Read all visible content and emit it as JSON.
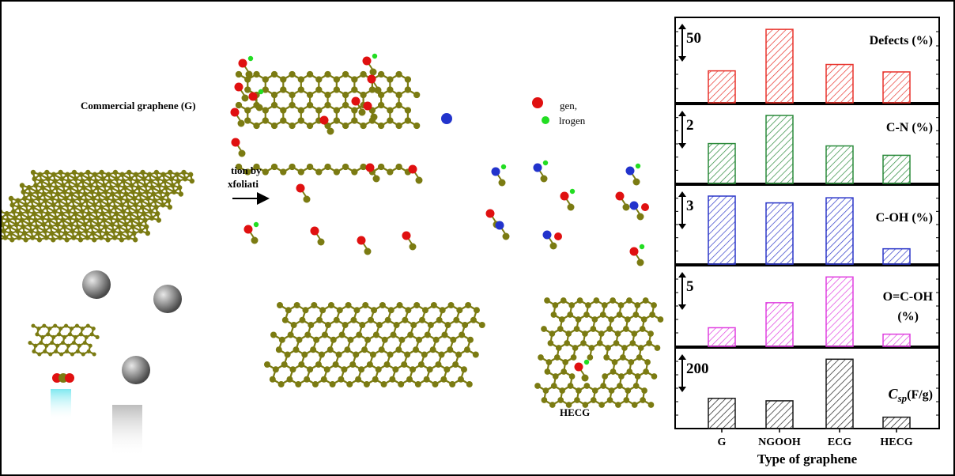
{
  "diagram": {
    "commercial_label": "Commercial graphene (G)",
    "process_line1": "tion by",
    "process_line2": "xfoliati",
    "legend_oxygen": "gen,",
    "legend_hydrogen": "lrogen",
    "hecg_label": "HECG"
  },
  "colors": {
    "carbon": "#7b7b12",
    "oxygen": "#e01010",
    "nitrogen": "#2233cc",
    "hydrogen": "#22dd22",
    "sphere": "#8a8a8a",
    "defects": "#e8322b",
    "cn": "#2a8a3a",
    "coh": "#2b36c8",
    "ocoh": "#e040e0",
    "csp": "#1a1a1a"
  },
  "chart_data": {
    "type": "bar",
    "categories": [
      "G",
      "NGOOH",
      "ECG",
      "HECG"
    ],
    "xlabel": "Type of graphene",
    "panels": [
      {
        "name": "Defects (%)",
        "scale_label": "50",
        "values": [
          30,
          69,
          36,
          29
        ],
        "color": "#e8322b"
      },
      {
        "name": "C-N (%)",
        "scale_label": "2",
        "values": [
          1.7,
          2.9,
          1.6,
          1.2
        ],
        "color": "#2a8a3a"
      },
      {
        "name": "C-OH (%)",
        "scale_label": "3",
        "values": [
          4.0,
          3.6,
          3.9,
          0.9
        ],
        "color": "#2b36c8"
      },
      {
        "name": "O=C-OH (%)",
        "name_line1": "O=C-OH",
        "name_line2": "(%)",
        "scale_label": "5",
        "values": [
          2.6,
          6.1,
          9.7,
          1.7
        ],
        "color": "#e040e0"
      },
      {
        "name": "Csp(F/g)",
        "name_main": "C",
        "name_sub": "sp",
        "name_unit": "(F/g)",
        "scale_label": "200",
        "values": [
          85,
          78,
          195,
          32
        ],
        "color": "#1a1a1a"
      }
    ]
  }
}
